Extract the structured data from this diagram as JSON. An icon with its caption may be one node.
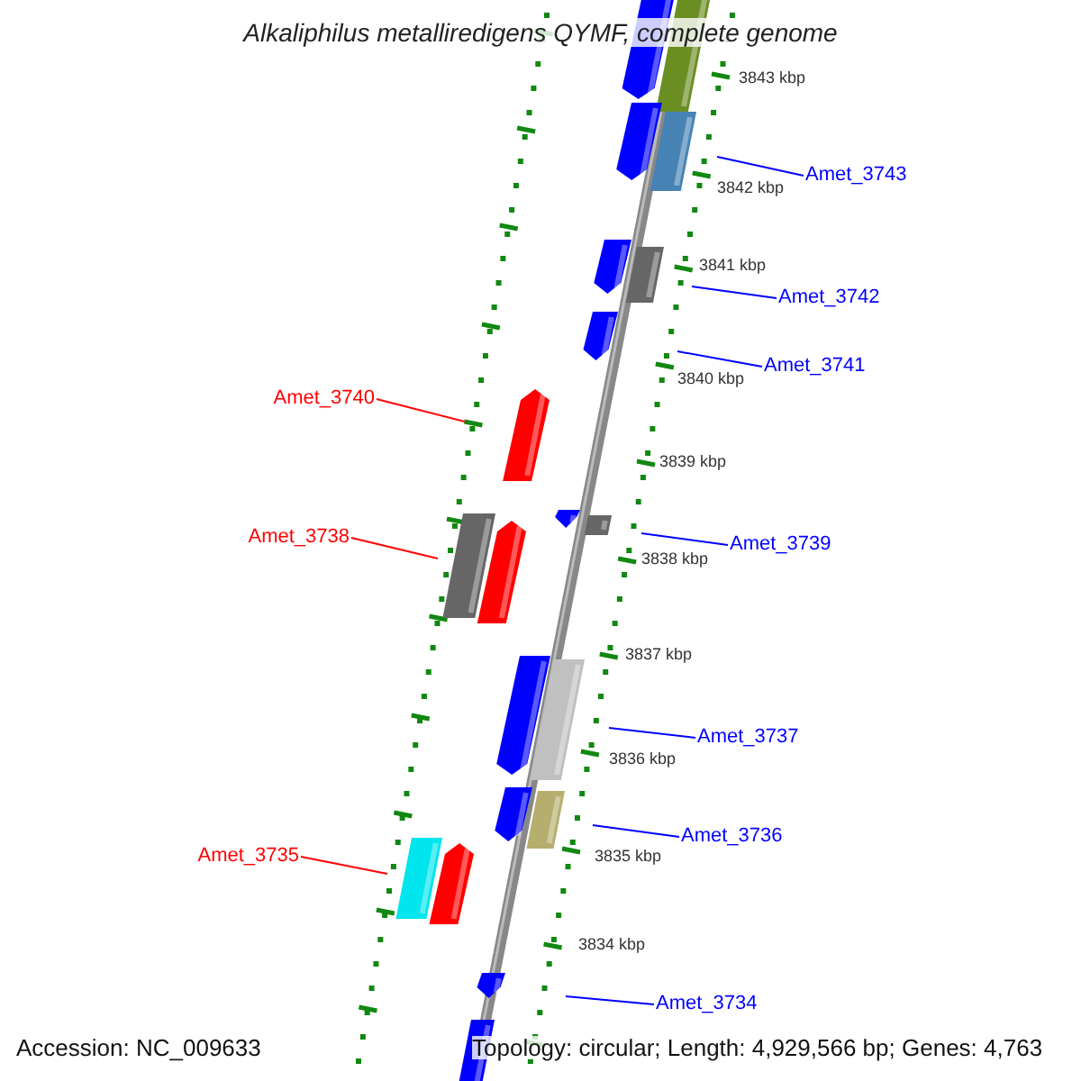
{
  "diagram": {
    "title": "Alkaliphilus metalliredigens QYMF, complete genome",
    "nodes": [
      {
        "text": [
          "Amet_3743"
        ]
      },
      {
        "text": [
          "Amet_3742"
        ]
      },
      {
        "text": [
          "Amet_3741"
        ]
      },
      {
        "text": [
          "Amet_3740"
        ]
      },
      {
        "text": [
          "Amet_3739"
        ]
      },
      {
        "text": [
          "Amet_3738"
        ]
      },
      {
        "text": [
          "Amet_3737"
        ]
      },
      {
        "text": [
          "Amet_3736"
        ]
      },
      {
        "text": [
          "Amet_3735"
        ]
      },
      {
        "text": [
          "Amet_3734"
        ]
      }
    ],
    "edges": [
      {
        "from": 0,
        "to": null,
        "arrow": "none"
      },
      {
        "from": 1,
        "to": null,
        "arrow": "none"
      },
      {
        "from": 2,
        "to": null,
        "arrow": "none"
      },
      {
        "from": 3,
        "to": null,
        "arrow": "none",
        "color": "#ff0000"
      },
      {
        "from": 4,
        "to": null,
        "arrow": "none"
      },
      {
        "from": 5,
        "to": null,
        "arrow": "none",
        "color": "#ff0000"
      },
      {
        "from": 6,
        "to": null,
        "arrow": "none"
      },
      {
        "from": 7,
        "to": null,
        "arrow": "none"
      },
      {
        "from": 8,
        "to": null,
        "arrow": "none",
        "color": "#ff0000"
      },
      {
        "from": 9,
        "to": null,
        "arrow": "none"
      }
    ],
    "labels": [
      "3843 kbp",
      "3842 kbp",
      "3841 kbp",
      "3840 kbp",
      "3839 kbp",
      "3838 kbp",
      "3837 kbp",
      "3836 kbp",
      "3835 kbp",
      "3834 kbp",
      "Accession: NC_009633",
      "Topology: circular; Length: 4,929,566 bp; Genes: 4,763"
    ]
  }
}
